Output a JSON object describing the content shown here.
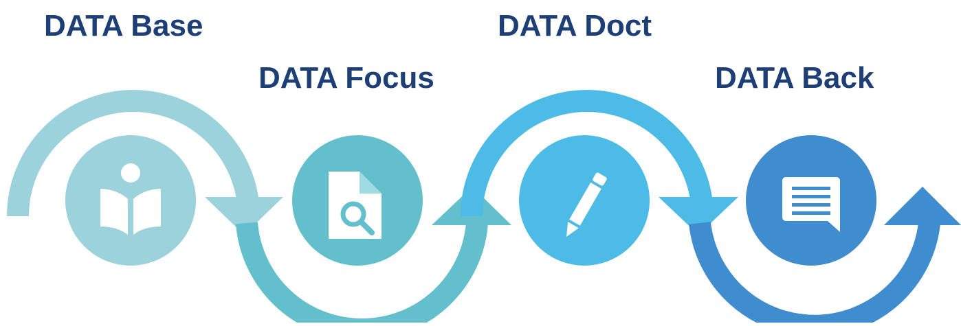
{
  "steps": [
    {
      "label": "DATA Base",
      "icon": "reader-book-icon",
      "color": "#9bd2db"
    },
    {
      "label": "DATA Focus",
      "icon": "document-search-icon",
      "color": "#63bfcb"
    },
    {
      "label": "DATA Doct",
      "icon": "pencil-icon",
      "color": "#4cbbe6"
    },
    {
      "label": "DATA Back",
      "icon": "speech-bubble-icon",
      "color": "#3f8ccf"
    }
  ],
  "colors": {
    "title": "#1d3f75",
    "icon": "#ffffff"
  }
}
